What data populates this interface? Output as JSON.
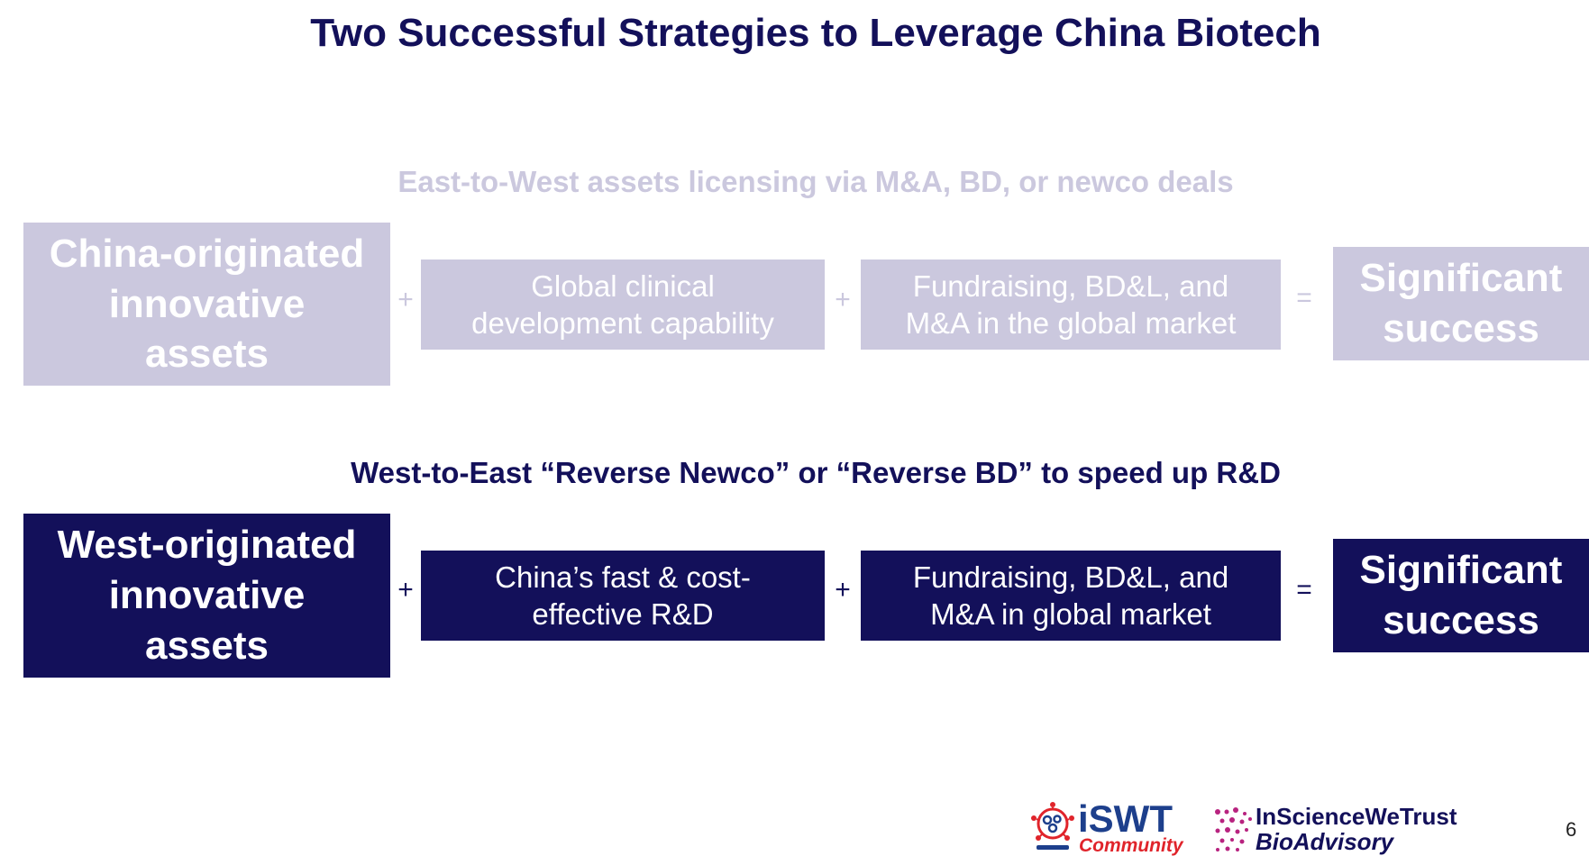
{
  "slide": {
    "title": "Two Successful Strategies to Leverage China Biotech",
    "page_number": "6"
  },
  "strategy1": {
    "subtitle": "East-to-West assets licensing via M&A, BD, or newco deals",
    "asset": [
      "China-originated",
      "innovative",
      "assets"
    ],
    "capability": [
      "Global clinical",
      "development capability"
    ],
    "market": [
      "Fundraising, BD&L, and",
      "M&A in the global market"
    ],
    "result": [
      "Significant",
      "success"
    ],
    "plus": "+",
    "equals": "="
  },
  "strategy2": {
    "subtitle": "West-to-East “Reverse Newco” or “Reverse BD” to speed up R&D",
    "asset": [
      "West-originated",
      "innovative",
      "assets"
    ],
    "capability": [
      "China’s fast & cost-",
      "effective R&D"
    ],
    "market": [
      "Fundraising, BD&L, and",
      "M&A in global market"
    ],
    "result": [
      "Significant",
      "success"
    ],
    "plus": "+",
    "equals": "="
  },
  "logos": {
    "iswt": {
      "main": "iSWT",
      "sub": "Community"
    },
    "insciencewetrust": {
      "main": "InScienceWeTrust",
      "sub": "BioAdvisory"
    }
  },
  "colors": {
    "navy": "#13105a",
    "faded": "#cbc8de",
    "iswt_blue": "#1d3f8c",
    "iswt_red": "#e0242b",
    "logo_magenta": "#b8237f"
  }
}
